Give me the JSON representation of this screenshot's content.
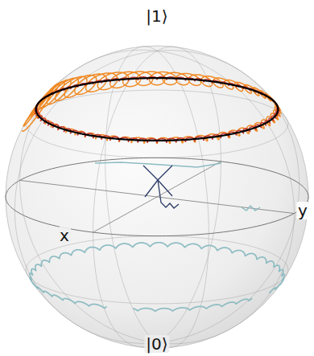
{
  "diagram": {
    "labels": [
      "|1⟩",
      "|0⟩",
      "x",
      "y"
    ]
  }
}
